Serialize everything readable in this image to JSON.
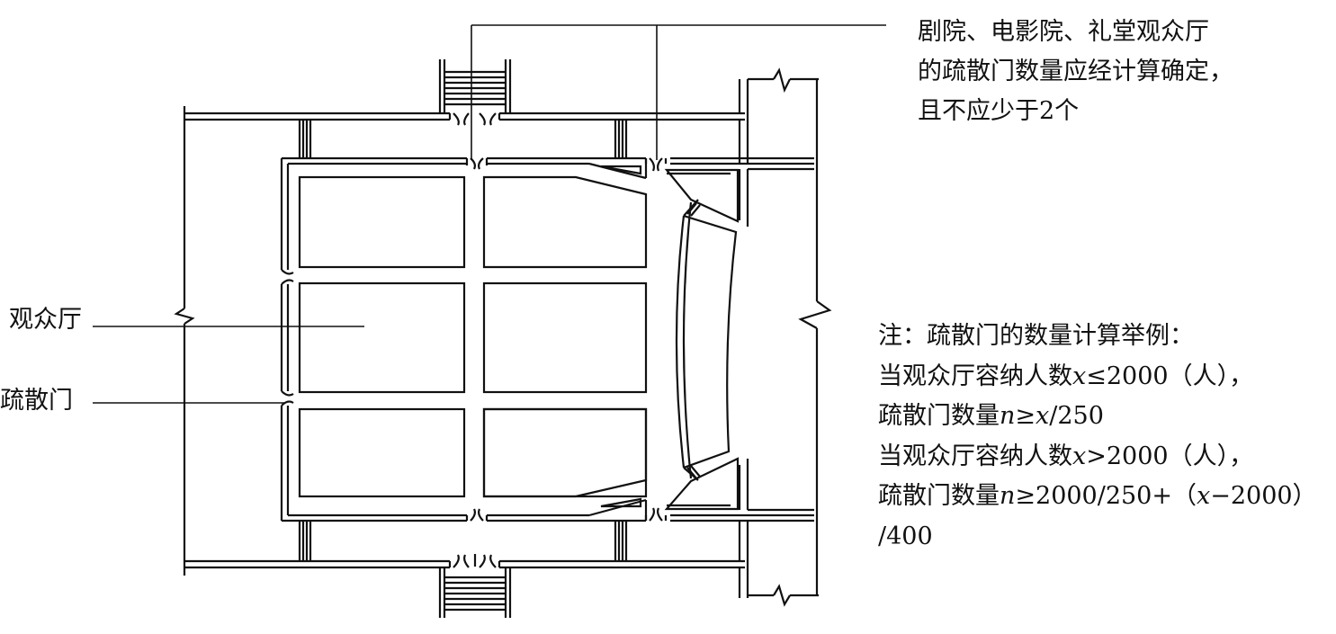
{
  "labels": {
    "auditorium": "观众厅",
    "exit_door": "疏散门"
  },
  "top_note": {
    "lines": [
      "剧院、电影院、礼堂观众厅",
      "的疏散门数量应经计算确定，",
      "且不应少于2个"
    ]
  },
  "calc_note": {
    "title": "注：疏散门的数量计算举例：",
    "case1": {
      "prefix": "当观众厅容纳人数",
      "var": "x",
      "condition": "≤2000（人），",
      "result_prefix": "疏散门数量",
      "result_var": "n",
      "result_op": "≥",
      "result_var2": "x",
      "result_tail": "/250"
    },
    "case2": {
      "prefix": "当观众厅容纳人数",
      "var": "x",
      "condition": ">2000（人），",
      "result_prefix": "疏散门数量",
      "result_var": "n",
      "result_op": "≥2000/250+（",
      "result_var2": "x",
      "result_tail": "−2000）",
      "result_tail2": "/400"
    }
  }
}
